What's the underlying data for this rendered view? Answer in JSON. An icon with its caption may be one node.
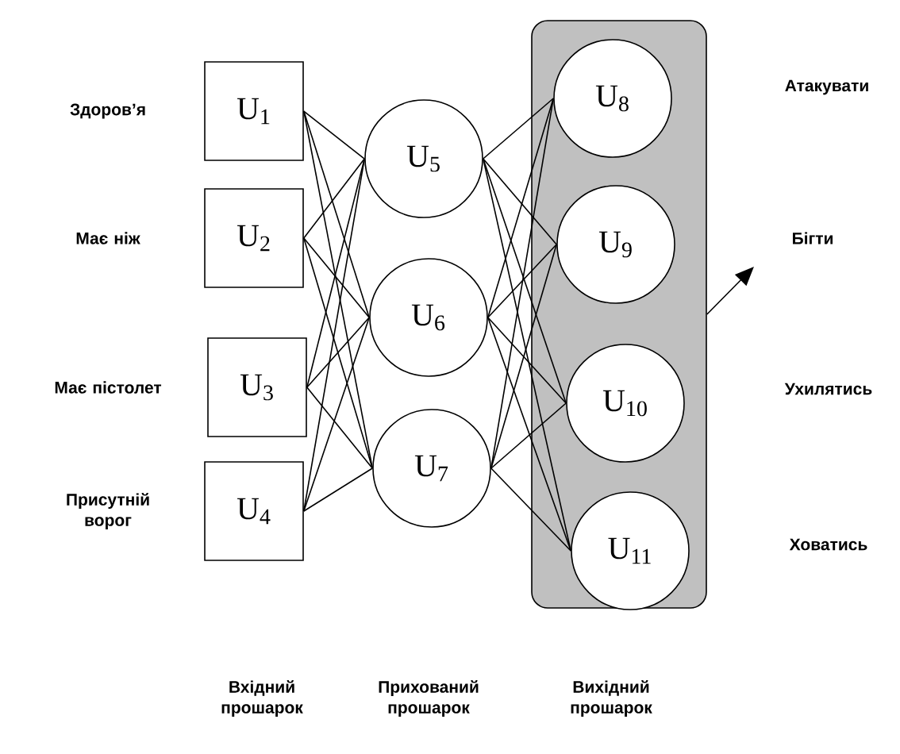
{
  "diagram": {
    "nodes": [
      {
        "text": [
          "U$_{1}$"
        ],
        "beside": [
          "Здоров’я"
        ]
      },
      {
        "text": [
          "U$_{2}$"
        ],
        "beside": [
          "Має ніж"
        ]
      },
      {
        "text": [
          "U$_{3}$"
        ],
        "beside": [
          "Має пістолет"
        ]
      },
      {
        "text": [
          "U$_{4}$"
        ],
        "beside": [
          "Присутній ворог"
        ]
      },
      {
        "text": [
          "U$_{5}$"
        ]
      },
      {
        "text": [
          "U$_{6}$"
        ]
      },
      {
        "text": [
          "U$_{7}$"
        ]
      },
      {
        "text": [],
        "shape": "box"
      },
      {
        "text": [
          "U$_{8}$"
        ],
        "in": 7
      },
      {
        "text": [
          "U$_{9}$"
        ],
        "in": 7
      },
      {
        "text": [
          "U$_{10}$"
        ],
        "in": 7
      },
      {
        "text": [
          "U$_{11}$"
        ],
        "in": 7
      }
    ],
    "edges": [
      {
        "from": 0,
        "to": 4,
        "arrow": "none"
      },
      {
        "from": 0,
        "to": 5,
        "arrow": "none"
      },
      {
        "from": 0,
        "to": 6,
        "arrow": "none"
      },
      {
        "from": 1,
        "to": 4,
        "arrow": "none"
      },
      {
        "from": 1,
        "to": 5,
        "arrow": "none"
      },
      {
        "from": 1,
        "to": 6,
        "arrow": "none"
      },
      {
        "from": 2,
        "to": 4,
        "arrow": "none"
      },
      {
        "from": 2,
        "to": 5,
        "arrow": "none"
      },
      {
        "from": 2,
        "to": 6,
        "arrow": "none"
      },
      {
        "from": 3,
        "to": 4,
        "arrow": "none"
      },
      {
        "from": 3,
        "to": 5,
        "arrow": "none"
      },
      {
        "from": 3,
        "to": 6,
        "arrow": "none"
      },
      {
        "from": 4,
        "to": 8,
        "arrow": "none"
      },
      {
        "from": 4,
        "to": 9,
        "arrow": "none"
      },
      {
        "from": 4,
        "to": 10,
        "arrow": "none"
      },
      {
        "from": 4,
        "to": 11,
        "arrow": "none"
      },
      {
        "from": 5,
        "to": 8,
        "arrow": "none"
      },
      {
        "from": 5,
        "to": 9,
        "arrow": "none"
      },
      {
        "from": 5,
        "to": 10,
        "arrow": "none"
      },
      {
        "from": 5,
        "to": 11,
        "arrow": "none"
      },
      {
        "from": 6,
        "to": 8,
        "arrow": "none"
      },
      {
        "from": 6,
        "to": 9,
        "arrow": "none"
      },
      {
        "from": 6,
        "to": 10,
        "arrow": "none"
      },
      {
        "from": 6,
        "to": 11,
        "arrow": "none"
      },
      {
        "from": 7,
        "to": null,
        "arrow": "to"
      }
    ],
    "labels": [
      "Атакувати",
      "Бігти",
      "Ухилятись",
      "Ховатись",
      "Вхідний прошарок",
      "Прихований прошарок",
      "Вихідний прошарок"
    ]
  }
}
